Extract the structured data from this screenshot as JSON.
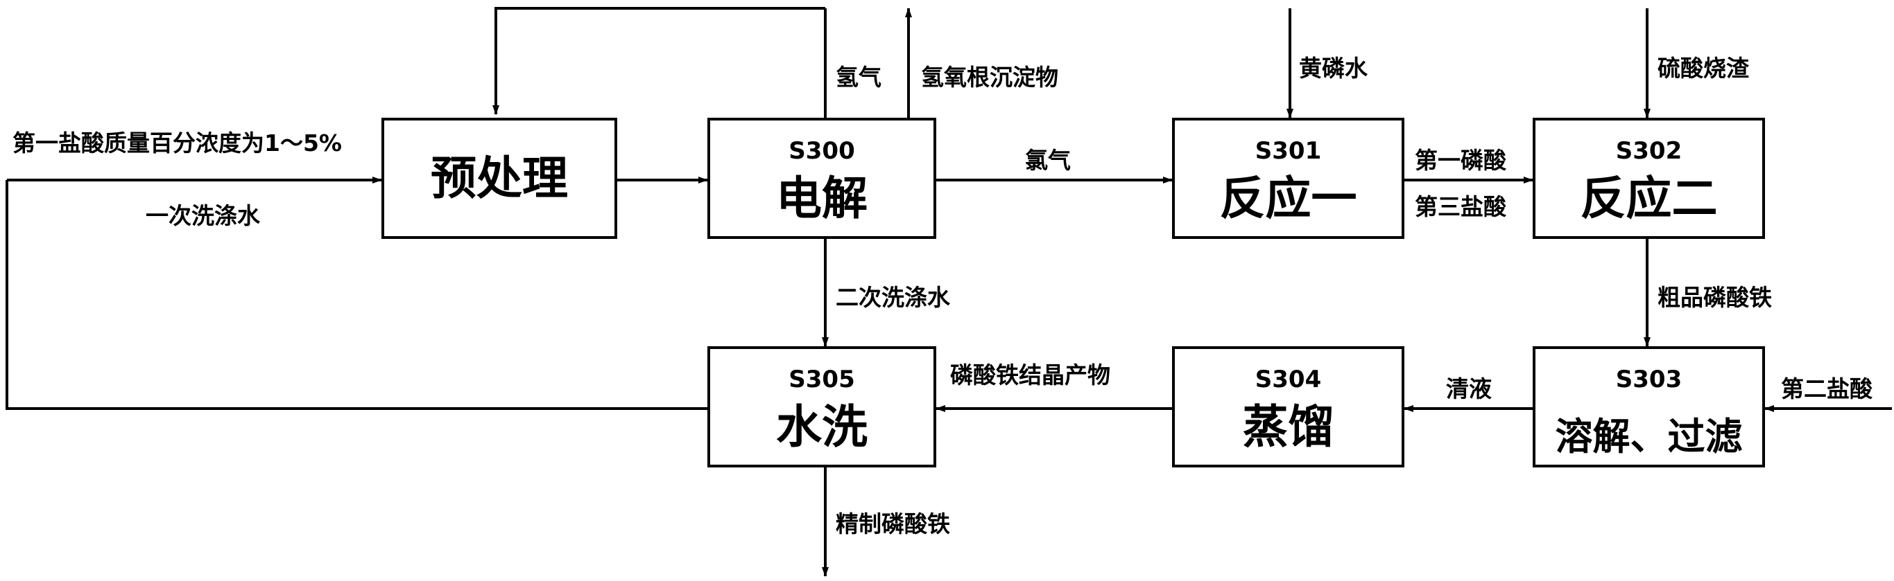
{
  "boxes": {
    "pretreat": {
      "code": "",
      "title": "预处理"
    },
    "s300": {
      "code": "S300",
      "title": "电解"
    },
    "s301": {
      "code": "S301",
      "title": "反应一"
    },
    "s302": {
      "code": "S302",
      "title": "反应二"
    },
    "s303": {
      "code": "S303",
      "title": "溶解、过滤"
    },
    "s304": {
      "code": "S304",
      "title": "蒸馏"
    },
    "s305": {
      "code": "S305",
      "title": "水洗"
    }
  },
  "labels": {
    "first_hcl": "第一盐酸质量百分浓度为1～5%",
    "first_wash": "一次洗涤水",
    "hydrogen": "氢气",
    "hydroxide": "氢氧根沉淀物",
    "chlorine": "氯气",
    "yellow_p_water": "黄磷水",
    "first_phosphoric": "第一磷酸",
    "third_hcl": "第三盐酸",
    "sulfate_slag": "硫酸烧渣",
    "crude_product": "粗品磷酸铁",
    "second_wash": "二次洗涤水",
    "crystal_product": "磷酸铁结晶产物",
    "clear_liquid": "清液",
    "second_hcl": "第二盐酸",
    "refined_product": "精制磷酸铁"
  }
}
